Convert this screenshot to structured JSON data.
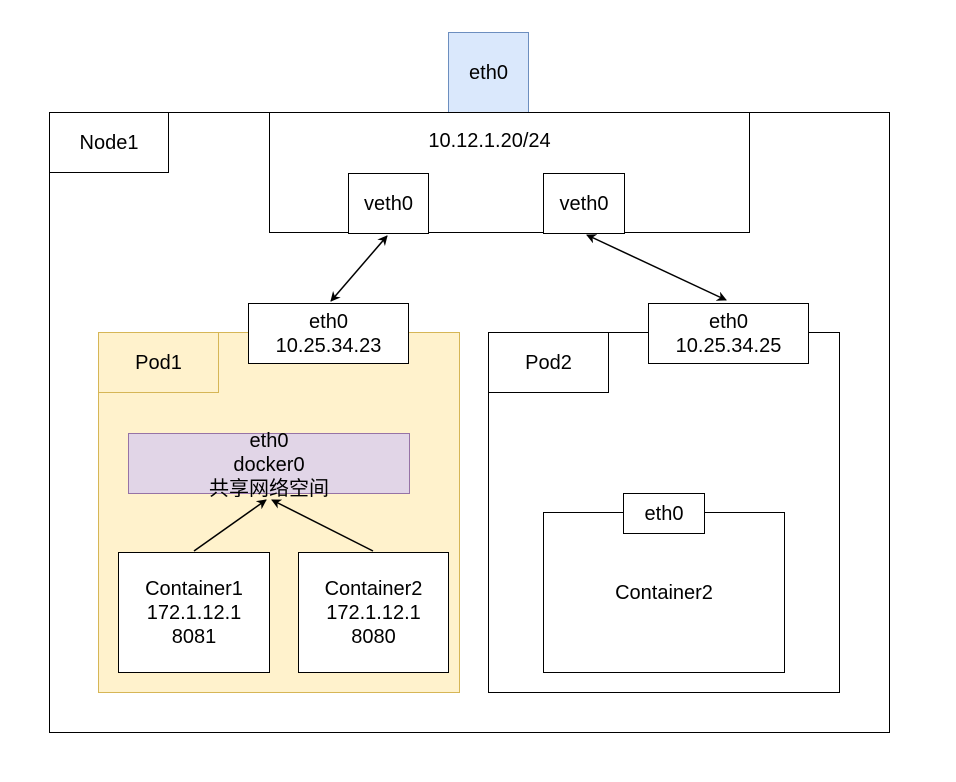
{
  "colors": {
    "external_eth0_fill": "#dae8fc",
    "external_eth0_stroke": "#6c8ebf",
    "pod1_fill": "#fff2cc",
    "pod1_stroke": "#d6b656",
    "shared_ns_fill": "#e1d5e7",
    "shared_ns_stroke": "#9673a6"
  },
  "external_eth0": {
    "label": "eth0"
  },
  "node": {
    "label": "Node1"
  },
  "bridge": {
    "cidr": "10.12.1.20/24"
  },
  "veth": [
    {
      "label": "veth0"
    },
    {
      "label": "veth0"
    }
  ],
  "pod1": {
    "label": "Pod1",
    "eth": {
      "name": "eth0",
      "ip": "10.25.34.23"
    },
    "shared_ns": {
      "line1": "eth0",
      "line2": "docker0",
      "line3": "共享网络空间"
    },
    "containers": [
      {
        "name": "Container1",
        "ip": "172.1.12.1",
        "port": "8081"
      },
      {
        "name": "Container2",
        "ip": "172.1.12.1",
        "port": "8080"
      }
    ]
  },
  "pod2": {
    "label": "Pod2",
    "eth": {
      "name": "eth0",
      "ip": "10.25.34.25"
    },
    "container": {
      "name": "Container2",
      "eth": "eth0"
    }
  }
}
